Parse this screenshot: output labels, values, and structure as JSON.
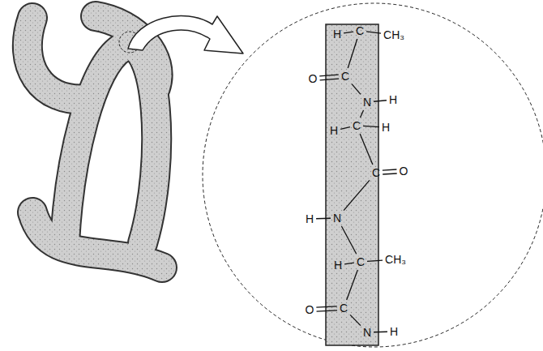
{
  "diagram": {
    "labels": [
      "H",
      "C",
      "CH₃",
      "O",
      "C",
      "N",
      "H",
      "H",
      "C",
      "H",
      "C",
      "O",
      "H",
      "N",
      "H",
      "C",
      "CH₃",
      "O",
      "C",
      "N",
      "H"
    ]
  }
}
